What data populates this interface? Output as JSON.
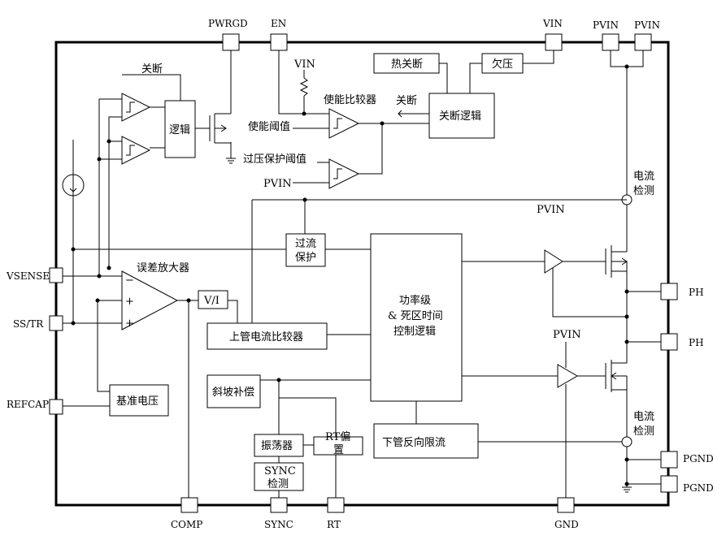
{
  "pins": {
    "pwrgd": "PWRGD",
    "en": "EN",
    "vin": "VIN",
    "pvin_1": "PVIN",
    "pvin_2": "PVIN",
    "vsense": "VSENSE",
    "ss_tr": "SS/TR",
    "refcap": "REFCAP",
    "comp": "COMP",
    "sync": "SYNC",
    "rt": "RT",
    "gnd": "GND",
    "ph_1": "PH",
    "ph_2": "PH",
    "pgnd_1": "PGND",
    "pgnd_2": "PGND"
  },
  "blocks": {
    "thermal_shutdown": "热关断",
    "undervoltage": "欠压",
    "shutdown_logic": "关断逻辑",
    "logic": "逻辑",
    "overcurrent_1": "过流",
    "overcurrent_2": "保护",
    "power_stage_1": "功率级",
    "power_stage_2": "& 死区时间",
    "power_stage_3": "控制逻辑",
    "vi": "V/I",
    "high_side_comparator": "上管电流比较器",
    "slope_comp": "斜坡补偿",
    "reference": "基准电压",
    "oscillator": "振荡器",
    "rt_bias_1": "RT偏",
    "rt_bias_2": "置",
    "sync_detect_1": "SYNC",
    "sync_detect_2": "检测",
    "low_side_limit": "下管反向限流"
  },
  "labels": {
    "shutdown_top": "关断",
    "shutdown_arrow": "关断",
    "vin_internal": "VIN",
    "enable_comparator": "使能比较器",
    "enable_threshold": "使能阈值",
    "ovp_threshold": "过压保护阈值",
    "pvin_internal": "PVIN",
    "error_amp": "误差放大器",
    "current_sense_top_1": "电流",
    "current_sense_top_2": "检测",
    "current_sense_bot_1": "电流",
    "current_sense_bot_2": "检测",
    "pvin_high_driver": "PVIN",
    "pvin_low_driver": "PVIN",
    "amp_minus": "−",
    "amp_plus_1": "+",
    "amp_plus_2": "+"
  }
}
